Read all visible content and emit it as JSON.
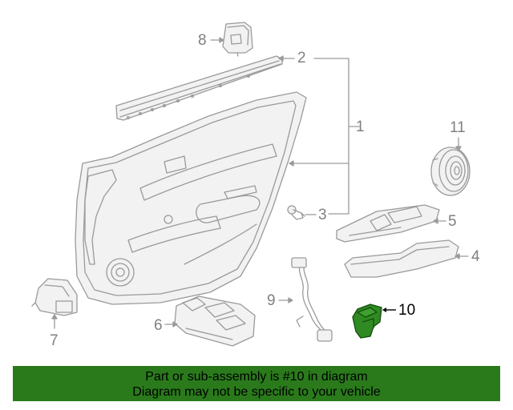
{
  "colors": {
    "line": "#9a9a9a",
    "fill": "#f2f2f2",
    "highlight": "#2f8a22",
    "highlight_dark": "#124d0a",
    "banner": "#2a7a1c",
    "banner_text": "#000000"
  },
  "callouts": [
    {
      "id": "1",
      "text": "1"
    },
    {
      "id": "2",
      "text": "2"
    },
    {
      "id": "3",
      "text": "3"
    },
    {
      "id": "4",
      "text": "4"
    },
    {
      "id": "5",
      "text": "5"
    },
    {
      "id": "6",
      "text": "6"
    },
    {
      "id": "7",
      "text": "7"
    },
    {
      "id": "8",
      "text": "8"
    },
    {
      "id": "9",
      "text": "9"
    },
    {
      "id": "10",
      "text": "10",
      "highlighted": true
    },
    {
      "id": "11",
      "text": "11"
    }
  ],
  "banner": {
    "line1": "Part or sub-assembly is #10 in diagram",
    "line2": "Diagram may not be specific to your vehicle"
  }
}
